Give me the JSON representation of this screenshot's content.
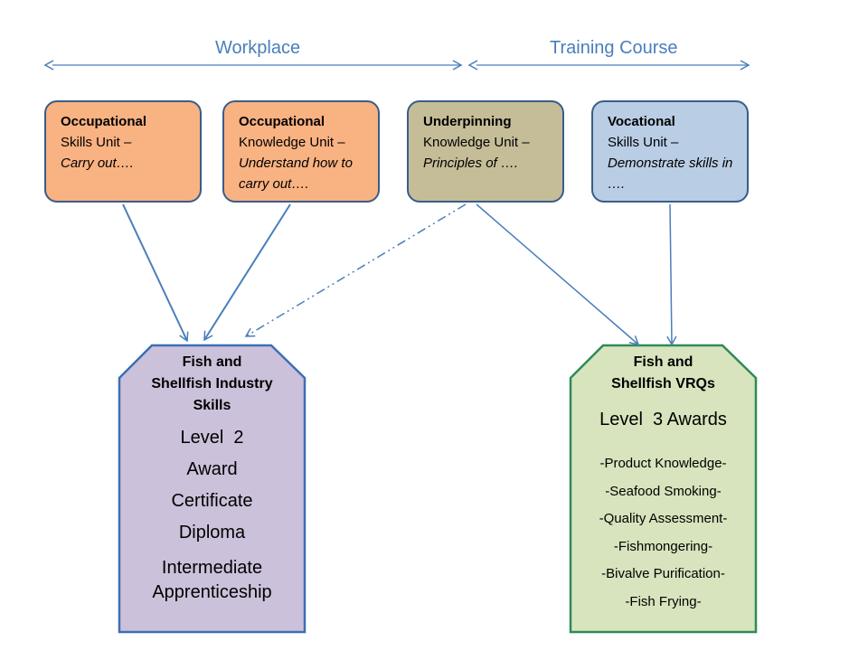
{
  "headers": {
    "workplace": "Workplace",
    "training_course": "Training Course"
  },
  "units": [
    {
      "line1": "Occupational",
      "line2": "Skills Unit –",
      "italic": "Carry out….",
      "fill": "#f9b282"
    },
    {
      "line1": "Occupational",
      "line2": "Knowledge Unit –",
      "italic": "Understand how to carry out….",
      "fill": "#f9b282"
    },
    {
      "line1": "Underpinning",
      "line2": "Knowledge Unit –",
      "italic": "Principles of ….",
      "fill": "#c4bd97"
    },
    {
      "line1": "Vocational",
      "line2": "Skills Unit –",
      "italic": "Demonstrate skills in ….",
      "fill": "#b9cde5"
    }
  ],
  "industry_skills": {
    "title1": "Fish and",
    "title2": "Shellfish Industry",
    "title3": "Skills",
    "level": "Level  2",
    "items": [
      "Award",
      "Certificate",
      "Diploma"
    ],
    "apprenticeship1": "Intermediate",
    "apprenticeship2": "Apprenticeship",
    "fill": "#ccc1da"
  },
  "vrqs": {
    "title1": "Fish and",
    "title2": "Shellfish VRQs",
    "level": "Level  3 Awards",
    "awards": [
      "-Product Knowledge-",
      "-Seafood Smoking-",
      "-Quality Assessment-",
      "-Fishmongering-",
      "-Bivalve Purification-",
      "-Fish Frying-"
    ],
    "fill": "#d7e4bd"
  },
  "colors": {
    "arrow": "#4a7ebb",
    "border": "#385d8a",
    "qual_border_left": "#3c6fb5",
    "qual_border_right": "#2e8b57"
  }
}
